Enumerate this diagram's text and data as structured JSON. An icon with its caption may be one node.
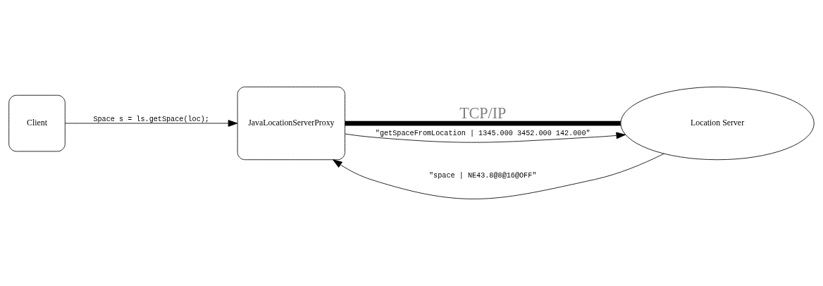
{
  "diagram": {
    "nodes": [
      {
        "text": [
          "Client"
        ]
      },
      {
        "text": [
          "JavaLocationServerProxy"
        ]
      },
      {
        "text": [
          "Location Server"
        ]
      }
    ],
    "edges": [
      {
        "from": 0,
        "to": 1,
        "arrow": "to",
        "label": "Space s = ls.getSpace(loc);"
      },
      {
        "from": 2,
        "to": 1,
        "arrow": "to",
        "label": "\"space | NE43.8@8@16@OFF\""
      },
      {
        "from": 1,
        "to": 2,
        "arrow": "none",
        "style": "thick",
        "label": "TCP/IP"
      },
      {
        "from": 1,
        "to": 2,
        "arrow": "to",
        "label": "\"getSpaceFromLocation | 1345.000 3452.000 142.000\""
      }
    ]
  }
}
